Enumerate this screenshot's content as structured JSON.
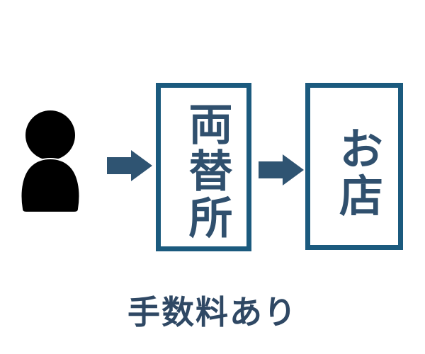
{
  "diagram": {
    "nodes": [
      {
        "id": "person",
        "icon": "person-icon"
      },
      {
        "id": "exchange",
        "label": "両替所"
      },
      {
        "id": "shop",
        "label": "お店"
      }
    ],
    "edges": [
      {
        "from": "person",
        "to": "exchange",
        "icon": "arrow-right-icon"
      },
      {
        "from": "exchange",
        "to": "shop",
        "icon": "arrow-right-icon"
      }
    ],
    "caption": "手数料あり",
    "colors": {
      "box_border": "#1b5a7e",
      "box_text": "#30506e",
      "arrow": "#2f5472",
      "person": "#000000",
      "caption": "#2f4864",
      "background": "#ffffff"
    }
  }
}
